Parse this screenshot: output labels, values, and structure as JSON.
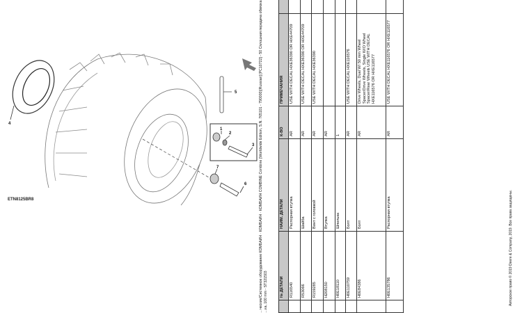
{
  "header": {
    "line1": "…ческие/Системное оборудование КОМБАЙН · КОМБАЙН · КОМБАЙН COMBINE Combine (Worldwide Edition, S.N. 765101 - 790000)[Russian] [PC10722] - 50 Сплошная передача обвязка и т…",
    "line2": "…ка, 100 mm - ST321503"
  },
  "diagram": {
    "figure_id": "ETN8125BR8",
    "callouts": [
      "1",
      "2",
      "3",
      "4",
      "5",
      "6",
      "7"
    ],
    "arrow_icon": "arrow-down-left"
  },
  "table": {
    "columns": [
      "",
      "№ ДЕТАЛИ",
      "НАИМ. ДЕТАЛИ",
      "К-ВО",
      "ПРИМЕЧАНИЯ",
      ""
    ],
    "rows": [
      {
        "pos": "",
        "part": "R116540",
        "name": "Распорная втулка",
        "qty": "AR",
        "note": "USE WITH DECAL HXE36390 OR HXE44709"
      },
      {
        "pos": "",
        "part": "R53066",
        "name": "Шайба",
        "qty": "AR",
        "note": "USE WITH DECAL HXE36390 OR HXE44709"
      },
      {
        "pos": "",
        "part": "R159285",
        "name": "Винт с головкой",
        "qty": "AR",
        "note": "USE WITH DECAL HXE36390"
      },
      {
        "pos": "",
        "part": "H208150",
        "name": "Втулка",
        "qty": "AR",
        "note": ""
      },
      {
        "pos": "",
        "part": "H0E18110",
        "name": "Шпилька",
        "qty": "1",
        "note": ""
      },
      {
        "pos": "",
        "part": "H0E110759",
        "name": "Болт",
        "qty": "AR",
        "note": "USE WITH DECAL HXE116576"
      },
      {
        "pos": "",
        "part": "H0E84386",
        "name": "Болт",
        "qty": "AR",
        "note": "Drive Wheels, Dual W/ 50 mm Wheel Spacer/Drive Wheels, Single W/O Wheel Spacer/Rear Wheels USE WITH DECAL HXE116576 OR HXE116577"
      },
      {
        "pos": "",
        "part": "H0E135786",
        "name": "Распорная втулка",
        "qty": "AR",
        "note": "USE WITH DECAL HXE116576 OR HXE116577"
      }
    ]
  },
  "footer": {
    "copyright": "Авторское право © 2019 Deere & Company, 2019. Все права защищены."
  }
}
